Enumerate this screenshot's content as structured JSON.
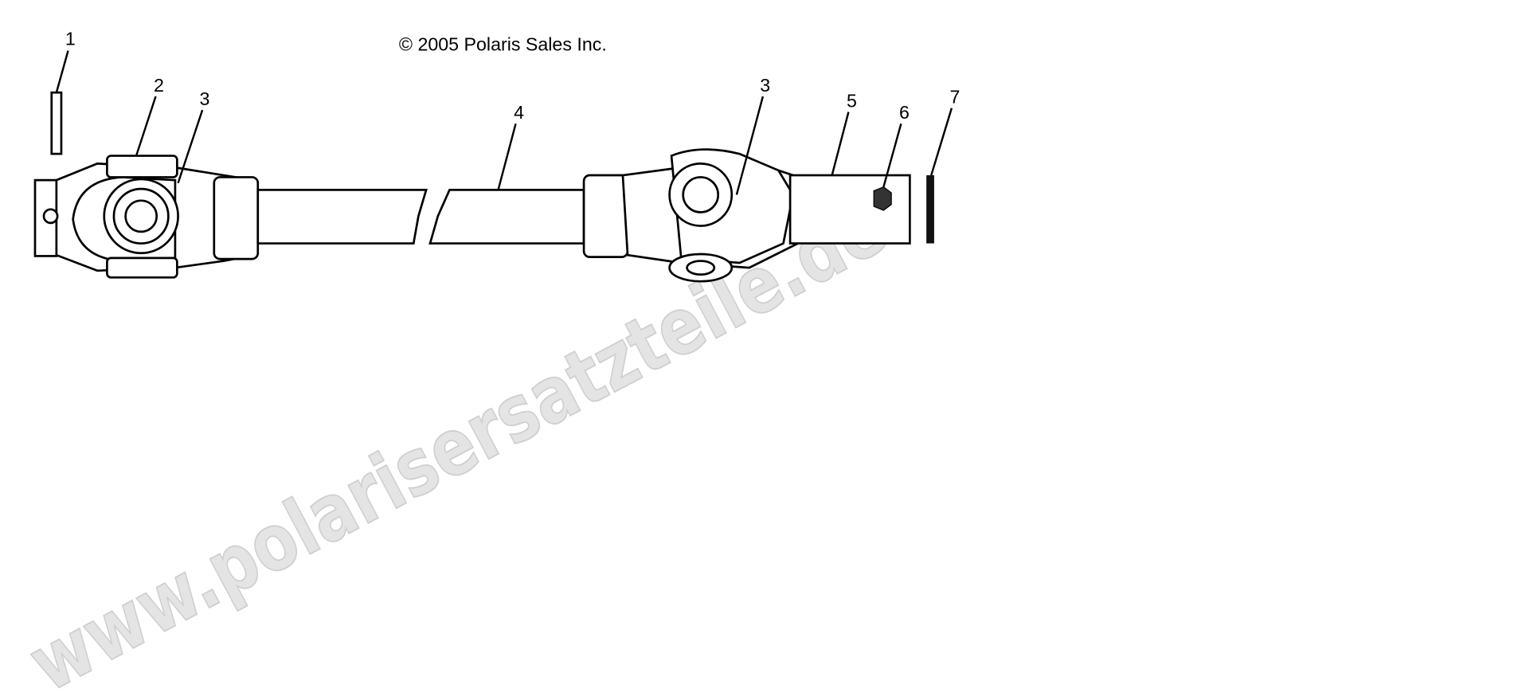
{
  "copyright": "© 2005 Polaris Sales Inc.",
  "watermark": "www.polarisersatzteile.de",
  "callouts": {
    "c1": "1",
    "c2": "2",
    "c3_left": "3",
    "c4": "4",
    "c3_right": "3",
    "c5": "5",
    "c6": "6",
    "c7": "7"
  }
}
